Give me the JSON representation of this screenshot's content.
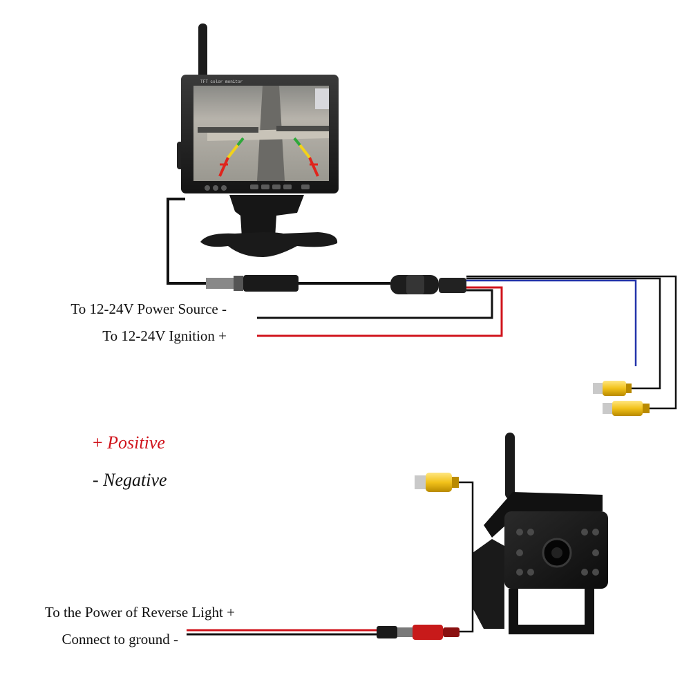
{
  "monitor": {
    "screen_header": "TFT color monitor"
  },
  "labels": {
    "power_source": "To 12-24V Power Source -",
    "ignition": "To 12-24V Ignition +",
    "reverse_light": "To the Power of Reverse Light +",
    "ground": "Connect to ground -"
  },
  "legend": {
    "positive_symbol": "+",
    "positive_text": "Positive",
    "negative_symbol": "-",
    "negative_text": "Negative"
  },
  "colors": {
    "positive": "#d0141c",
    "negative": "#111111",
    "video_wire": "#2233aa",
    "rca_body": "#f2c21a"
  }
}
